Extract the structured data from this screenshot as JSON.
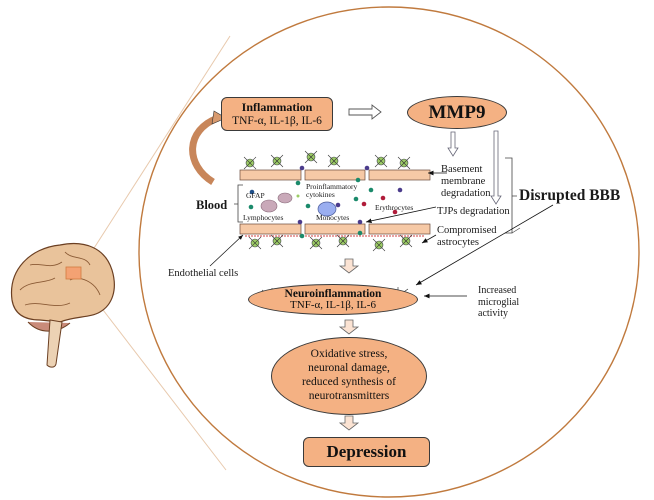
{
  "colors": {
    "box_fill": "#f4b183",
    "box_border": "#3a3a3a",
    "circle_stroke": "#c07a3e",
    "endothelium": "#f6c9a6",
    "astrocyte": "#9ccc65",
    "microglia": "#5aa9d6"
  },
  "inflammation": {
    "title": "Inflammation",
    "cytokines": "TNF-α, IL-1β, IL-6"
  },
  "mmp9": {
    "label": "MMP9"
  },
  "bbb": {
    "blood_label": "Blood",
    "gfap": "GFAP",
    "lymphocytes": "Lymphocytes",
    "monocytes": "Monocytes",
    "proinflammatory": [
      "Proinflammatory",
      "cytokines"
    ],
    "erythrocytes": "Erythrocytes",
    "endothelial": "Endothelial cells"
  },
  "mechanisms": {
    "basement": [
      "Basement",
      "membrane",
      "degradation"
    ],
    "tjps": "TJPs degradation",
    "astro": [
      "Compromised",
      "astrocytes"
    ]
  },
  "disrupted_bbb": "Disrupted BBB",
  "neuroinflammation": {
    "title": "Neuroinflammation",
    "cytokines": "TNF-α, IL-1β, IL-6"
  },
  "microglial": [
    "Increased",
    "microglial",
    "activity"
  ],
  "outcome": [
    "Oxidative stress,",
    "neuronal damage,",
    "reduced synthesis of",
    "neurotransmitters"
  ],
  "depression": "Depression"
}
